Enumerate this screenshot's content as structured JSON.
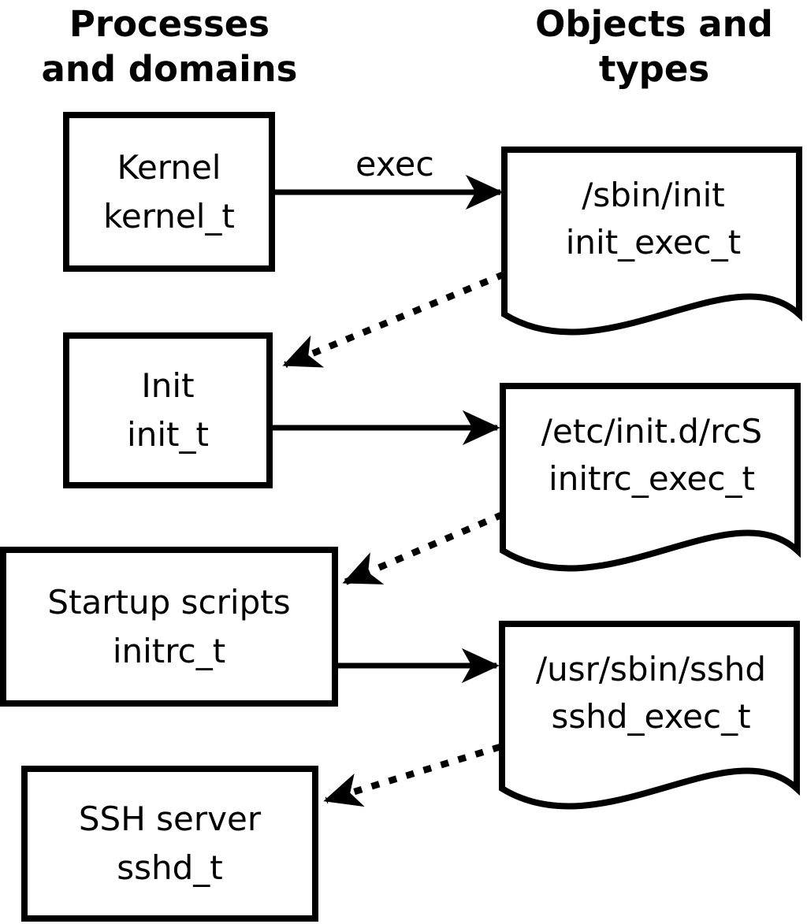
{
  "headers": {
    "left": "Processes\nand domains",
    "right": "Objects and\ntypes"
  },
  "labels": {
    "exec": "exec"
  },
  "processes": [
    {
      "name": "Kernel",
      "type": "kernel_t"
    },
    {
      "name": "Init",
      "type": "init_t"
    },
    {
      "name": "Startup scripts",
      "type": "initrc_t"
    },
    {
      "name": "SSH server",
      "type": "sshd_t"
    }
  ],
  "objects": [
    {
      "path": "/sbin/init",
      "type": "init_exec_t"
    },
    {
      "path": "/etc/init.d/rcS",
      "type": "initrc_exec_t"
    },
    {
      "path": "/usr/sbin/sshd",
      "type": "sshd_exec_t"
    }
  ],
  "colors": {
    "line": "#000000",
    "text": "#000000",
    "background": "#ffffff"
  }
}
